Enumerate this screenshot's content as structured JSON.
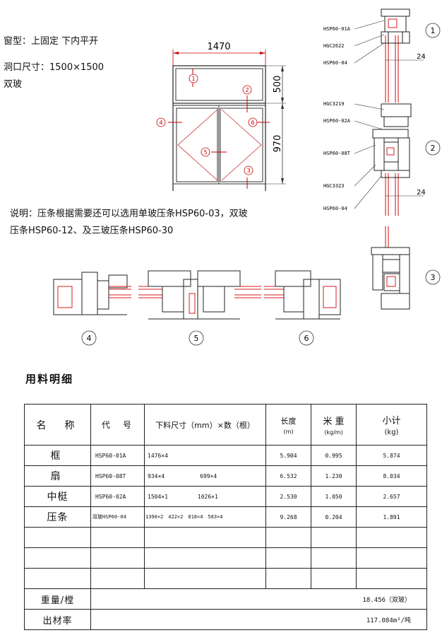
{
  "header": {
    "window_type": "窗型：上固定 下内平开",
    "opening_size": "洞口尺寸：1500×1500",
    "glazing": "双玻"
  },
  "elevation": {
    "width_dim": "1470",
    "top_height_dim": "500",
    "bottom_height_dim": "970",
    "markers": [
      "1",
      "2",
      "3",
      "4",
      "5",
      "6"
    ]
  },
  "note": {
    "line1": "说明：压条根据需要还可以选用单玻压条HSP60-03，双玻",
    "line2": "压条HSP60-12、及三玻压条HSP60-30"
  },
  "section1": {
    "labels": [
      "HSP60-01A",
      "HGC2622",
      "HSP60-04"
    ],
    "dim": "24",
    "marker": "1"
  },
  "section2": {
    "labels": [
      "HGC3219",
      "HSP60-02A",
      "HSP60-08T",
      "HGC3323",
      "HSP60-04"
    ],
    "dim": "24",
    "marker": "2"
  },
  "section3": {
    "marker": "3"
  },
  "sections_bottom": {
    "markers": [
      "4",
      "5",
      "6"
    ]
  },
  "bom_title": "用料明细",
  "bom": {
    "headers": {
      "name": "名　称",
      "code": "代　号",
      "cut": "下料尺寸（mm）×数（根）",
      "length": "长度",
      "length_unit": "(m)",
      "weight": "米 重",
      "weight_unit": "(kg/m)",
      "subtotal": "小计",
      "subtotal_unit": "(kg)"
    },
    "rows": [
      {
        "name": "框",
        "code": "HSP60-01A",
        "cut1": "1476×4",
        "cut2": "",
        "length": "5.904",
        "weight": "0.995",
        "subtotal": "5.874"
      },
      {
        "name": "扇",
        "code": "HSP60-08T",
        "cut1": "934×4",
        "cut2": "699×4",
        "length": "6.532",
        "weight": "1.230",
        "subtotal": "8.034"
      },
      {
        "name": "中梃",
        "code": "HSP60-02A",
        "cut1": "1504×1",
        "cut2": "1026×1",
        "length": "2.530",
        "weight": "1.050",
        "subtotal": "2.657"
      },
      {
        "name": "压条",
        "code": "双玻HSP60-04",
        "cut1": "1390×2　422×2　818×4　583×4",
        "cut2": "",
        "length": "9.268",
        "weight": "0.204",
        "subtotal": "1.891"
      }
    ],
    "total_weight_label": "重量/樘",
    "total_weight_value": "18.456（双玻）",
    "yield_label": "出材率",
    "yield_value": "117.084m²/吨"
  },
  "colors": {
    "red": "#d81e1e",
    "line": "#222222"
  }
}
